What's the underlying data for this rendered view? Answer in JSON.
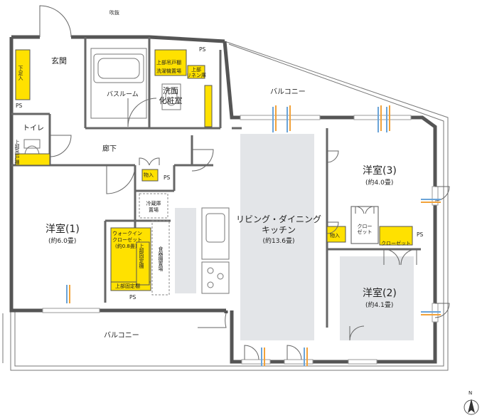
{
  "labels": {
    "fukinuke": "吹抜",
    "genkan": "玄関",
    "geta_ire": "下足入",
    "ps": "PS",
    "toilet": "トイレ",
    "jobu_tsuritodana": "上部吊戸棚",
    "bathroom": "バスルーム",
    "senmen_line1": "洗面",
    "senmen_line2": "化粧室",
    "sentakuki": "洗濯機置場",
    "jobu_linen_line1": "上部",
    "jobu_linen_line2": "リネン庫",
    "rouka": "廊下",
    "monoire": "物入",
    "balcony": "バルコニー",
    "youshitsu1_name": "洋室(1)",
    "youshitsu1_size": "(約6.0畳)",
    "wic_line1": "ウォークイン",
    "wic_line2": "クローゼット",
    "wic_line3": "(約0.8畳)",
    "jobu_koteidana": "上部固定棚",
    "reizouko_line1": "冷蔵庫",
    "reizouko_line2": "置場",
    "shokki": "食器棚置場",
    "ldk_line1": "リビング・ダイニング",
    "ldk_line2": "キッチン",
    "ldk_size": "(約13.6畳)",
    "youshitsu3_name": "洋室(3)",
    "youshitsu3_size": "(約4.0畳)",
    "youshitsu2_name": "洋室(2)",
    "youshitsu2_size": "(約4.1畳)",
    "closet_line1": "クロー",
    "closet_line2": "ゼット",
    "closet": "クローゼット",
    "north": "N"
  },
  "colors": {
    "wall": "#555555",
    "storage": "#ffe100",
    "room_fill": "#e3e5e8",
    "window": "#999999",
    "warm_air": "#f2a23a",
    "cool_air": "#6ba4d8"
  }
}
